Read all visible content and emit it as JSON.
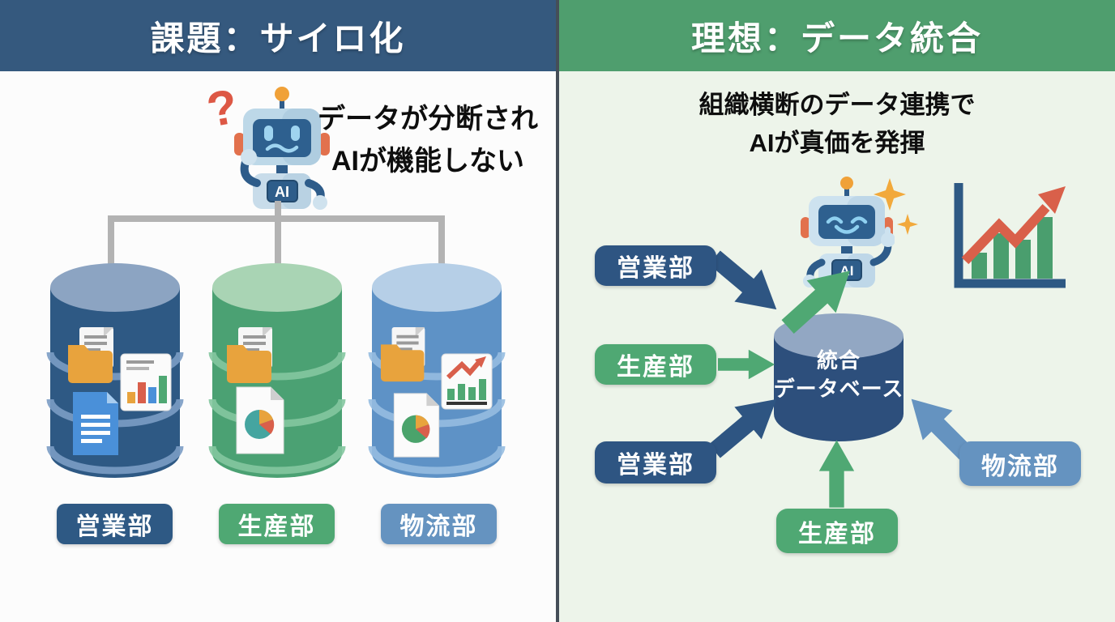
{
  "left": {
    "header": "課題：サイロ化",
    "caption": [
      "データが分断され",
      "AIが機能しない"
    ],
    "question_mark": "?",
    "robot_badge": "AI",
    "departments": [
      "営業部",
      "生産部",
      "物流部"
    ]
  },
  "right": {
    "header": "理想：データ統合",
    "caption": [
      "組織横断のデータ連携で",
      "AIが真価を発揮"
    ],
    "robot_badge": "AI",
    "central_database_label": [
      "統合",
      "データベース"
    ],
    "boxes": [
      {
        "label": "営業部"
      },
      {
        "label": "生産部"
      },
      {
        "label": "営業部"
      },
      {
        "label": "物流部"
      },
      {
        "label": "生産部"
      }
    ]
  },
  "icons": {
    "left_robot": "robot-confused-icon",
    "right_robot": "robot-happy-icon",
    "question": "question-mark",
    "chart": "growth-chart-icon",
    "sparkles": "sparkles-icon",
    "database": "database-cylinder-icon",
    "documents": [
      "folder-document-icon",
      "bar-chart-document-icon",
      "text-document-icon",
      "pie-chart-document-icon",
      "trend-chart-document-icon"
    ]
  },
  "colors": {
    "left_header_bg": "#35597e",
    "right_header_bg": "#4f9e6e",
    "right_panel_bg": "#edf4ea",
    "navy": "#2e5984",
    "green": "#4fa873",
    "steel_blue": "#6593c0",
    "central_db_body": "#2d4f7c",
    "red_accent": "#d9604a",
    "orange_accent": "#f0a138",
    "connector_gray": "#b3b3b3"
  }
}
